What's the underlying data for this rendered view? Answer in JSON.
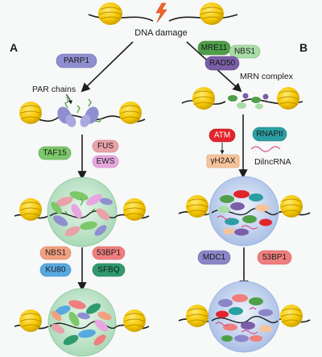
{
  "panels": {
    "a": "A",
    "b": "B"
  },
  "top": {
    "damage": "DNA damage"
  },
  "left": {
    "parp1": "PARP1",
    "par_chains": "PAR chains",
    "taf15": "TAF15",
    "fus": "FUS",
    "ews": "EWS",
    "nbs1": "NBS1",
    "bp53": "53BP1",
    "ku80": "KU80",
    "sfpq": "SFBQ"
  },
  "right": {
    "mre11": "MRE11",
    "nbs1": "NBS1",
    "rad50": "RAD50",
    "mrn": "MRN complex",
    "atm": "ATM",
    "rnapii": "RNAPII",
    "h2ax": "γH2AX",
    "dilncrna": "DilncRNA",
    "mdc1": "MDC1",
    "bp53": "53BP1"
  },
  "colors": {
    "histone": "#f2c500",
    "histone_dark": "#b98f00",
    "dna": "#1e1e1e",
    "arrow": "#1e1e1e",
    "parp1": "#8f8fd0",
    "taf15": "#7cc86a",
    "fus": "#e8a2a8",
    "ews": "#e7a6df",
    "nbs1_left": "#f2a07f",
    "bp53": "#f07e7e",
    "ku80": "#58a9e0",
    "sfpq": "#2e9b6e",
    "mre11": "#4f9f49",
    "nbs1_right": "#a9dca6",
    "rad50": "#7b5ea8",
    "atm": "#e2242c",
    "rnapii": "#2a9fa3",
    "h2ax": "#f6c39a",
    "mdc1": "#8a86c8",
    "condensate_green": "#c9ead3",
    "condensate_blue": "#c8d8f2",
    "lightning": "#f2642a"
  }
}
